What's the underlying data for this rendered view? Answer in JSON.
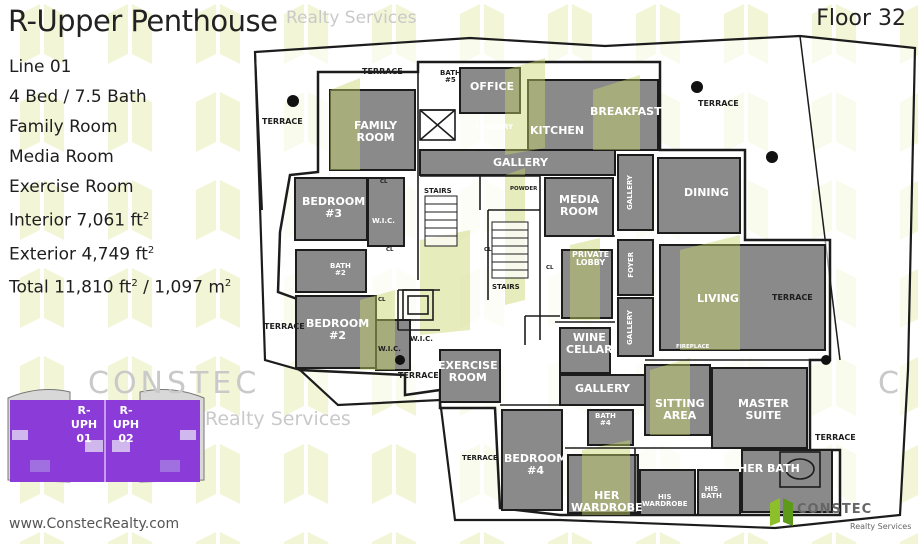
{
  "header": {
    "title": "R-Upper Penthouse",
    "floor": "Floor 32"
  },
  "specs": {
    "line": "Line 01",
    "bed_bath": "4 Bed / 7.5 Bath",
    "room_1": "Family Room",
    "room_2": "Media Room",
    "room_3": "Exercise Room",
    "interior_label": "Interior",
    "interior_value": "7,061 ft",
    "interior_sup": "2",
    "exterior_label": "Exterior",
    "exterior_value": "4,749 ft",
    "exterior_sup": "2",
    "total_label": "Total",
    "total_ft": "11,810 ft",
    "total_ft_sup": "2",
    "total_sep": "/",
    "total_m": "1,097 m",
    "total_m_sup": "2"
  },
  "watermark": {
    "brand_top": "Realty Services",
    "brand_mid": "CONSTEC",
    "brand_mid2": "Realty Services",
    "brand_right": "C"
  },
  "keyplan": {
    "unit_1": "R-UPH",
    "unit_1_no": "01",
    "unit_2": "R-UPH",
    "unit_2_no": "02"
  },
  "footer": {
    "website": "www.ConstecRealty.com",
    "logo_text": "CONSTEC",
    "logo_sub": "Realty Services"
  },
  "rooms": {
    "terrace": "TERRACE",
    "bath_5": "BATH",
    "bath_5_no": "#5",
    "office": "OFFICE",
    "laundry": "LAUNDRY",
    "kitchen": "KITCHEN",
    "breakfast": "BREAKFAST",
    "family_room_1": "FAMILY",
    "family_room_2": "ROOM",
    "gallery": "GALLERY",
    "bedroom_3_1": "BEDROOM",
    "bedroom_3_2": "#3",
    "wic": "W.I.C.",
    "bath_2": "BATH",
    "bath_2_no": "#2",
    "bedroom_2_1": "BEDROOM",
    "bedroom_2_2": "#2",
    "stairs": "STAIRS",
    "media_room_1": "MEDIA",
    "media_room_2": "ROOM",
    "private_lobby_1": "PRIVATE",
    "private_lobby_2": "LOBBY",
    "dining": "DINING",
    "foyer": "FOYER",
    "living": "LIVING",
    "fireplace": "FIREPLACE",
    "wine_cellar_1": "WINE",
    "wine_cellar_2": "CELLAR",
    "exercise_room_1": "EXERCISE",
    "exercise_room_2": "ROOM",
    "sitting_area_1": "SITTING",
    "sitting_area_2": "AREA",
    "master_suite_1": "MASTER",
    "master_suite_2": "SUITE",
    "bedroom_4_1": "BEDROOM",
    "bedroom_4_2": "#4",
    "bath_4": "BATH",
    "bath_4_no": "#4",
    "her_wardrobe_1": "HER",
    "her_wardrobe_2": "WARDROBE",
    "his_wardrobe_1": "HIS",
    "his_wardrobe_2": "WARDROBE",
    "his_bath_1": "HIS",
    "his_bath_2": "BATH",
    "her_bath": "HER BATH",
    "powder": "POWDER",
    "cl": "CL"
  },
  "colors": {
    "room_fill": "#8a8a8a",
    "wall": "#1c1c1c",
    "highlight": "#b8c85a",
    "keyplan_purple": "#8b3bd8",
    "watermark": "#c9c9c9"
  }
}
